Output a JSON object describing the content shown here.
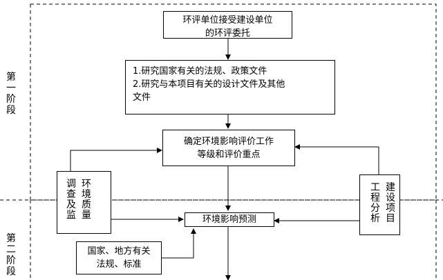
{
  "nodes": {
    "commission": {
      "lines": [
        "环评单位接受建设单位",
        "的环评委托"
      ]
    },
    "research": {
      "lines": [
        "1.研究国家有关的法规、政策文件",
        "2.研究与本项目有关的设计文件及其他",
        "文件"
      ]
    },
    "grade": {
      "lines": [
        "确定环境影响评价工作",
        "等级和评价重点"
      ]
    },
    "env_survey": {
      "col1": "调查及监",
      "col2": "环境质量"
    },
    "engineering": {
      "col1": "工程分析",
      "col2": "建设项目"
    },
    "prediction": {
      "label": "环境影响预测"
    },
    "regulations": {
      "lines": [
        "国家、地方有关",
        "法规、标准"
      ]
    }
  },
  "stages": {
    "stage1": "第一阶段",
    "stage2": "第二阶段"
  }
}
